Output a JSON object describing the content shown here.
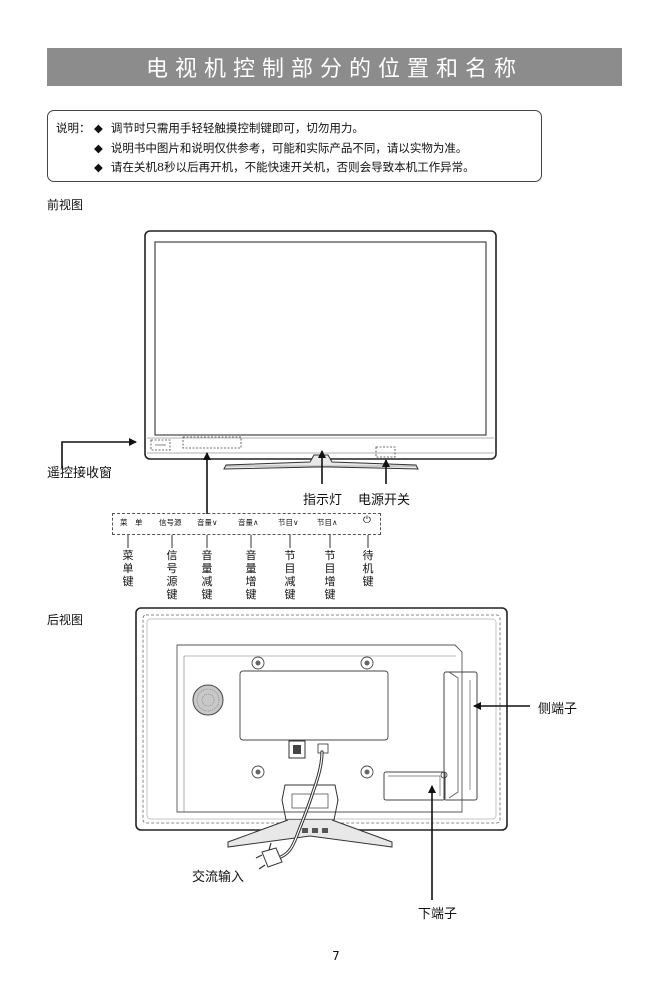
{
  "title": "电视机控制部分的位置和名称",
  "notes": {
    "prefix": "说明：",
    "bullet": "◆",
    "items": [
      "调节时只需用手轻轻触摸控制键即可，切勿用力。",
      "说明书中图片和说明仅供参考，可能和实际产品不同，请以实物为准。",
      "请在关机8秒以后再开机，不能快速开关机，否则会导致本机工作异常。"
    ]
  },
  "front_view": {
    "label": "前视图",
    "callouts": {
      "remote_receiver": "遥控接收窗",
      "indicator": "指示灯",
      "power_switch": "电源开关"
    },
    "keys_strip": [
      "菜　单",
      "信号源",
      "音量∨",
      "音量∧",
      "节目∨",
      "节目∧",
      "⏻"
    ],
    "key_labels": [
      "菜单键",
      "信号源键",
      "音量减键",
      "音量增键",
      "节目减键",
      "节目增键",
      "待机键"
    ]
  },
  "rear_view": {
    "label": "后视图",
    "callouts": {
      "side_terminal": "侧端子",
      "ac_input": "交流输入",
      "bottom_terminal": "下端子"
    }
  },
  "page_number": "7"
}
